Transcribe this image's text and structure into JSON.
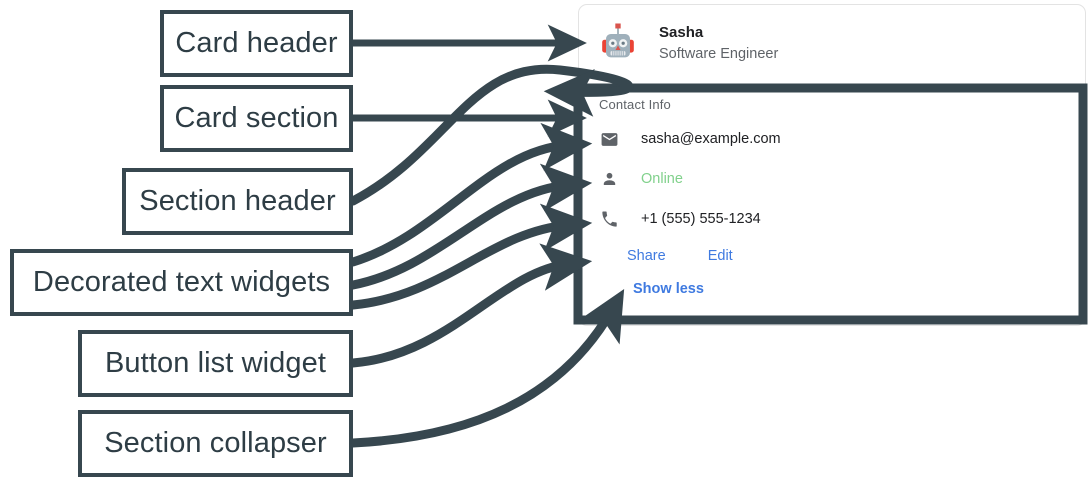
{
  "annotations": {
    "boxes": [
      {
        "label": "Card header",
        "name": "callout-card-header"
      },
      {
        "label": "Card section",
        "name": "callout-card-section"
      },
      {
        "label": "Section header",
        "name": "callout-section-header"
      },
      {
        "label": "Decorated text widgets",
        "name": "callout-decorated-text-widgets"
      },
      {
        "label": "Button list widget",
        "name": "callout-button-list-widget"
      },
      {
        "label": "Section collapser",
        "name": "callout-section-collapser"
      }
    ],
    "stroke_color": "#37474f",
    "text_color": "#2e3d45"
  },
  "card": {
    "border_color": "#e3e3e3",
    "header": {
      "avatar_icon": "robot-avatar-icon",
      "title": "Sasha",
      "subtitle": "Software Engineer"
    },
    "section": {
      "header": "Contact Info",
      "rows": [
        {
          "icon": "email-icon",
          "text": "sasha@example.com",
          "color": "#202124"
        },
        {
          "icon": "person-icon",
          "text": "Online",
          "color": "#81d18c"
        },
        {
          "icon": "phone-icon",
          "text": "+1 (555) 555-1234",
          "color": "#202124"
        }
      ],
      "buttons": [
        {
          "label": "Share"
        },
        {
          "label": "Edit"
        }
      ],
      "collapser": {
        "label": "Show less"
      }
    },
    "link_color": "#3f7ae0"
  }
}
